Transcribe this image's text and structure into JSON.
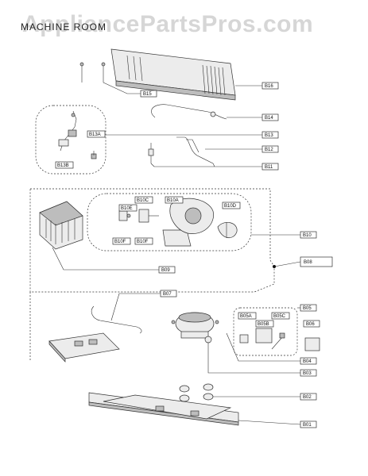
{
  "watermark": "AppliancePartsPros.com",
  "title": "MACHINE ROOM",
  "callouts": {
    "b16": "B16",
    "b15": "B15",
    "b14": "B14",
    "b13": "B13",
    "b13a": "B13A",
    "b13b": "B13B",
    "b12": "B12",
    "b11": "B11",
    "b10c": "B10C",
    "b10a": "B10A",
    "b10e": "B10E",
    "b10d": "B10D",
    "b10f": "B10F",
    "b10g": "B10F",
    "b10": "B10",
    "b08": "B08",
    "b09": "B09",
    "b07": "B07",
    "b05": "B05",
    "b05a": "B05A",
    "b05c": "B05C",
    "b05b": "B05B",
    "b06": "B06",
    "b04": "B04",
    "b03": "B03",
    "b02": "B02",
    "b01": "B01"
  }
}
